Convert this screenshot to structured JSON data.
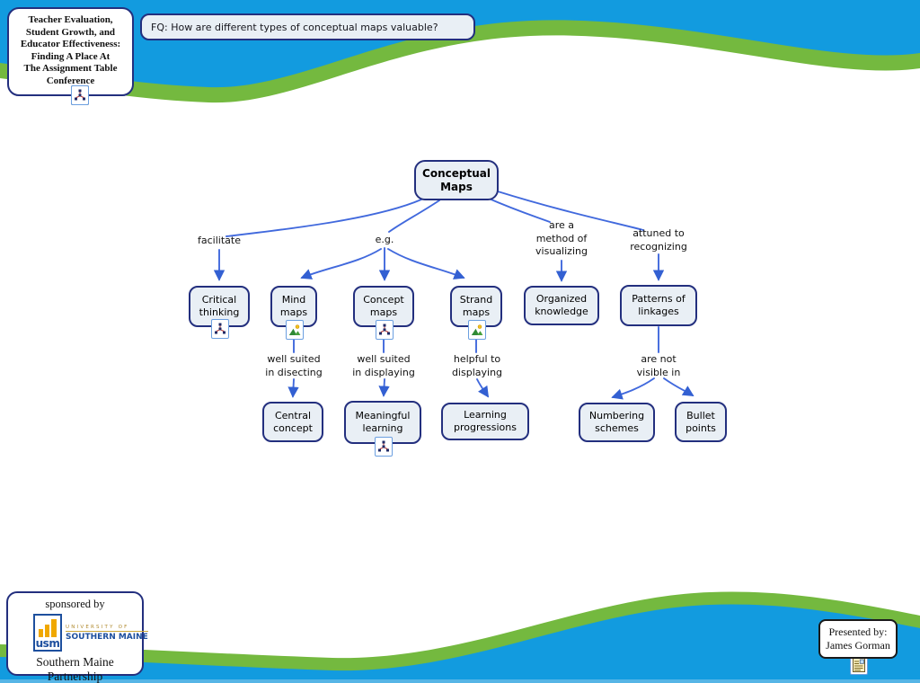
{
  "colors": {
    "background_blue": "#129BDF",
    "wave_green": "#74B93F",
    "node_fill": "#E9EFF5",
    "node_border": "#232F7E",
    "link_blue": "#4169DD",
    "usm_blue": "#1D4F9E",
    "usm_gold": "#F0A800"
  },
  "header": {
    "title": "Teacher Evaluation,\nStudent Growth, and\nEducator Effectiveness:\nFinding A Place At\nThe Assignment Table\nConference",
    "focus_question": "FQ: How are different types of conceptual maps valuable?"
  },
  "map": {
    "nodes": {
      "conceptual_maps": "Conceptual\nMaps",
      "critical_thinking": "Critical\nthinking",
      "mind_maps": "Mind\nmaps",
      "concept_maps": "Concept\nmaps",
      "strand_maps": "Strand\nmaps",
      "organized_knowledge": "Organized\nknowledge",
      "patterns_of_linkages": "Patterns of\nlinkages",
      "central_concept": "Central\nconcept",
      "meaningful_learning": "Meaningful\nlearning",
      "learning_progressions": "Learning\nprogressions",
      "numbering_schemes": "Numbering\nschemes",
      "bullet_points": "Bullet\npoints"
    },
    "link_labels": {
      "facilitate": "facilitate",
      "eg": "e.g.",
      "method": "are a\nmethod of\nvisualizing",
      "attuned": "attuned to\nrecognizing",
      "disecting": "well suited\nin disecting",
      "displaying": "well suited\nin displaying",
      "helpful": "helpful to\ndisplaying",
      "not_visible": "are not\nvisible in"
    },
    "icons": {
      "concept_map_icon": "concept-map-icon",
      "image_icon": "image-icon",
      "document_icon": "document-icon"
    }
  },
  "footer": {
    "sponsored_by": "sponsored by",
    "usm_acronym": "usm",
    "university_of": "UNIVERSITY OF",
    "southern_maine": "SOUTHERN MAINE",
    "partnership": "Southern Maine Partnership",
    "presented_by": "Presented by:\nJames Gorman"
  }
}
